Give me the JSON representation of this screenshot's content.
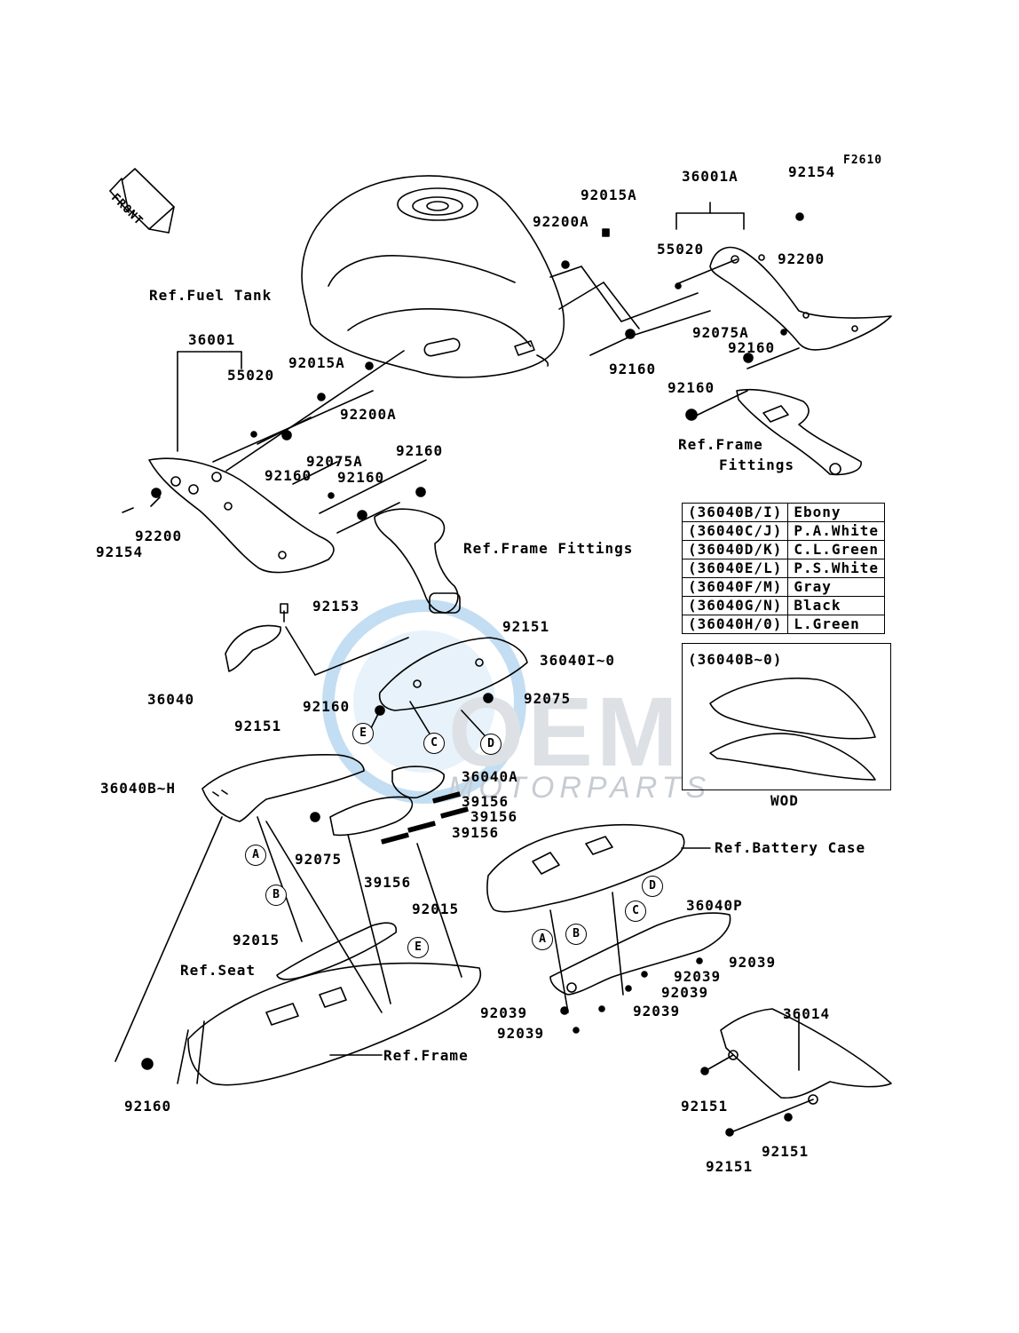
{
  "figure_code": "F2610",
  "front_label": "FRONT",
  "refs": {
    "fuel_tank": "Ref.Fuel Tank",
    "frame_fittings_right_1": "Ref.Frame",
    "frame_fittings_right_2": "Fittings",
    "frame_fittings_left": "Ref.Frame Fittings",
    "battery_case": "Ref.Battery Case",
    "seat": "Ref.Seat",
    "frame": "Ref.Frame"
  },
  "part_labels": {
    "p92154_top": "92154",
    "p36001A": "36001A",
    "p92015A_top": "92015A",
    "p92200A_top": "92200A",
    "p55020_top": "55020",
    "p92200_top": "92200",
    "p92075A_right": "92075A",
    "p92160_r1": "92160",
    "p92160_r2": "92160",
    "p92160_mid": "92160",
    "p36001": "36001",
    "p92015A_left": "92015A",
    "p55020_left": "55020",
    "p92200A_left": "92200A",
    "p92160_l1": "92160",
    "p92075A_left": "92075A",
    "p92160_l2": "92160",
    "p92160_l3": "92160",
    "p92200_left": "92200",
    "p92154_left": "92154",
    "p92153": "92153",
    "p92151_mid": "92151",
    "p36040I_0": "36040I~0",
    "p36040": "36040",
    "p92160_cover": "92160",
    "p92075_right": "92075",
    "p92151_left": "92151",
    "p36040B_H": "36040B~H",
    "p36040A": "36040A",
    "p39156_a": "39156",
    "p39156_b": "39156",
    "p39156_c": "39156",
    "p39156_d": "39156",
    "p92075_left": "92075",
    "p92015_a": "92015",
    "p92015_b": "92015",
    "p36040P": "36040P",
    "p92039_a": "92039",
    "p92039_b": "92039",
    "p92039_c": "92039",
    "p92039_d": "92039",
    "p92039_e": "92039",
    "p92160_bottom": "92160",
    "p36014": "36014",
    "p92151_r1": "92151",
    "p92151_r2": "92151",
    "p92151_r3": "92151"
  },
  "circle_markers": {
    "e1": "E",
    "c1": "C",
    "d1": "D",
    "a1": "A",
    "b1": "B",
    "e2": "E",
    "d2": "D",
    "c2": "C",
    "a2": "A",
    "b2": "B"
  },
  "color_table": [
    {
      "code": "(36040B/I)",
      "color": "Ebony"
    },
    {
      "code": "(36040C/J)",
      "color": "P.A.White"
    },
    {
      "code": "(36040D/K)",
      "color": "C.L.Green"
    },
    {
      "code": "(36040E/L)",
      "color": "P.S.White"
    },
    {
      "code": "(36040F/M)",
      "color": "Gray"
    },
    {
      "code": "(36040G/N)",
      "color": "Black"
    },
    {
      "code": "(36040H/0)",
      "color": "L.Green"
    }
  ],
  "variant_box": {
    "title": "(36040B~0)",
    "note": "WOD"
  },
  "watermark": {
    "logo": "OEM",
    "text": "MOTORPARTS",
    "colors": {
      "blue": "#9fc8e8",
      "gray": "#c7ccd3"
    }
  }
}
